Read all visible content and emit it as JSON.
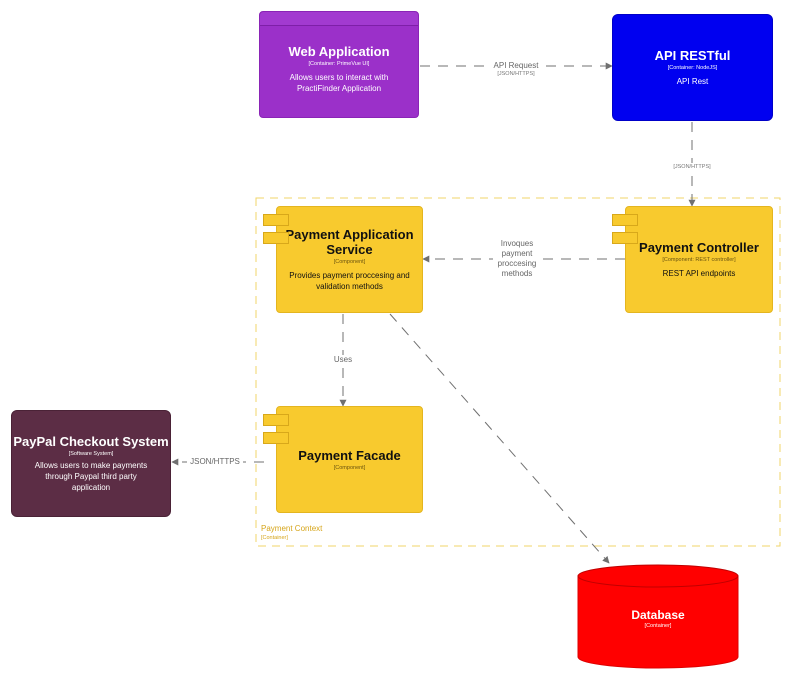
{
  "web_app": {
    "title": "Web Application",
    "tech": "[Container: PrimeVue UI]",
    "desc": "Allows users to interact with PractiFinder Application"
  },
  "api": {
    "title": "API RESTful",
    "tech": "[Container: NodeJS]",
    "desc": "API Rest"
  },
  "boundary": {
    "title": "Payment Context",
    "type": "[Container]"
  },
  "pay_app_service": {
    "title": "Payment Application Service",
    "tech": "[Component]",
    "desc": "Provides payment proccesing and validation methods"
  },
  "pay_controller": {
    "title": "Payment Controller",
    "tech": "[Component: REST controller]",
    "desc": "REST API endpoints"
  },
  "pay_facade": {
    "title": "Payment Facade",
    "tech": "[Component]"
  },
  "paypal": {
    "title": "PayPal Checkout System",
    "tech": "[Software System]",
    "desc": "Allows users to make payments through Paypal third party application"
  },
  "database": {
    "title": "Database",
    "tech": "[Container]"
  },
  "edges": {
    "webapp_api": {
      "label": "API Request",
      "proto": "[JSON/HTTPS]"
    },
    "api_controller": {
      "proto": "[JSON/HTTPS]"
    },
    "controller_service": {
      "label": "Invoques payment proccesing methods"
    },
    "service_facade": {
      "label": "Uses"
    },
    "facade_paypal": {
      "label": "JSON/HTTPS"
    }
  },
  "colors": {
    "web_app": "#9b30c9",
    "api": "#0000f0",
    "component": "#f8ca2e",
    "paypal": "#5c2d45",
    "database": "#ff0000",
    "boundary": "#f0d66a",
    "edge": "#707070"
  }
}
